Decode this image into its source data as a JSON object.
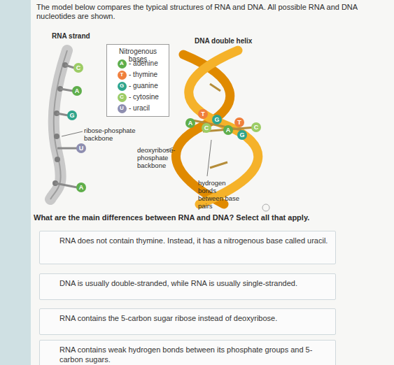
{
  "diagram": {
    "nodes": [
      {
        "text": [
          "Nitrogenous bases"
        ]
      },
      {
        "text": [
          "RNA does not contain thymine. Instead, it has a nitrogenous base called uracil."
        ]
      },
      {
        "text": [
          "DNA is usually double-stranded, while RNA is usually single-stranded."
        ]
      },
      {
        "text": [
          "RNA contains the 5-carbon sugar ribose instead of deoxyribose."
        ]
      },
      {
        "text": [
          "RNA contains weak hydrogen bonds between its phosphate groups and 5-carbon sugars."
        ]
      }
    ],
    "edges": [],
    "labels": [
      "The model below compares the typical structures of RNA and DNA. All possible RNA and DNA nucleotides are shown.",
      "RNA strand",
      "DNA double helix",
      "C",
      "A",
      "G",
      "U",
      "A",
      "ribose-phosphate backbone",
      "T",
      "A",
      "G",
      "T",
      "C",
      "A",
      "G",
      "C",
      "deoxyribose-phosphate backbone",
      "hydrogen bonds between base pairs",
      "A",
      "T",
      "G",
      "C",
      "U",
      "What are the main differences between RNA and DNA? Select all that apply."
    ],
    "legend": [
      {
        "text": "- adenine",
        "color": "#5fae4b"
      },
      {
        "text": "- thymine",
        "color": "#f07f3c"
      },
      {
        "text": "- guanine",
        "color": "#2fa58c"
      },
      {
        "text": "- cytosine",
        "color": "#9ccc65"
      },
      {
        "text": "- uracil",
        "color": "#8e8eb0"
      }
    ]
  }
}
